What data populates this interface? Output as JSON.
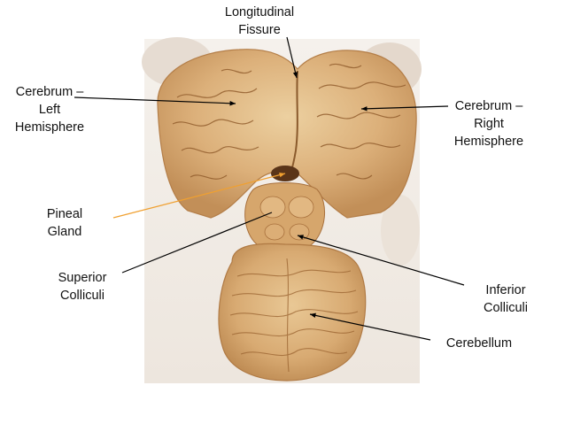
{
  "labels": {
    "longitudinal_fissure": [
      "Longitudinal",
      "Fissure"
    ],
    "cerebrum_left": [
      "Cerebrum –",
      "Left",
      "Hemisphere"
    ],
    "cerebrum_right": [
      "Cerebrum –",
      "Right",
      "Hemisphere"
    ],
    "pineal_gland": [
      "Pineal",
      "Gland"
    ],
    "superior_colliculi": [
      "Superior",
      "Colliculi"
    ],
    "inferior_colliculi": [
      "Inferior",
      "Colliculi"
    ],
    "cerebellum": [
      "Cerebellum"
    ]
  },
  "colors": {
    "background": "#ffffff",
    "leader_line": "#000000",
    "pineal_leader": "#f0a030",
    "tissue_base": "#dcb07a",
    "tissue_light": "#e8c896",
    "tissue_dark": "#a8703c",
    "photo_backdrop": "#f1ece6"
  }
}
